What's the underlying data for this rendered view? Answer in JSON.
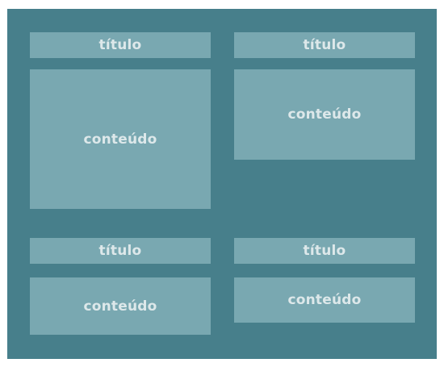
{
  "colors": {
    "frame": "#477f8b",
    "panel": "#79a8b1",
    "text": "#dde8ea"
  },
  "panels": [
    {
      "title": "título",
      "content": "conteúdo"
    },
    {
      "title": "título",
      "content": "conteúdo"
    },
    {
      "title": "título",
      "content": "conteúdo"
    },
    {
      "title": "título",
      "content": "conteúdo"
    }
  ]
}
